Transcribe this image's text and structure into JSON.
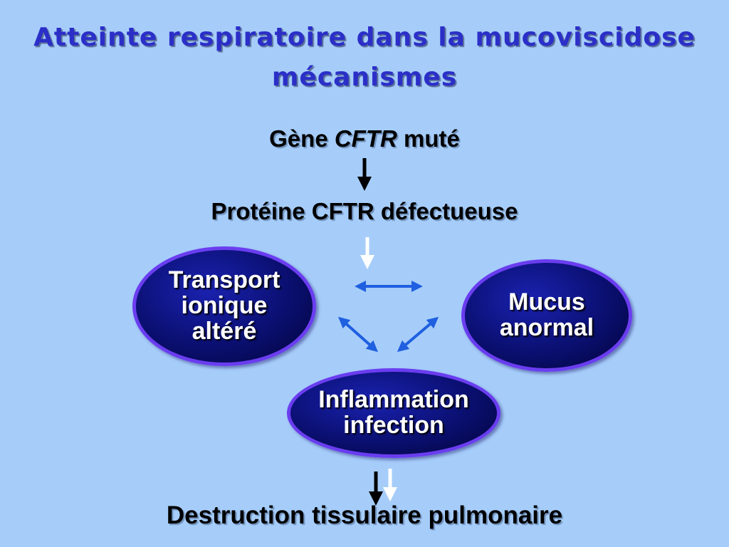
{
  "title": {
    "line1": "Atteinte respiratoire dans la mucoviscidose",
    "line2": "mécanismes"
  },
  "flow": {
    "gene_prefix": "Gène ",
    "gene_italic": "CFTR",
    "gene_suffix": " muté",
    "protein": "Protéine CFTR défectueuse",
    "transport": "Transport\nionique\naltéré",
    "mucus": "Mucus\nanormal",
    "inflammation": "Inflammation\ninfection",
    "destruction": "Destruction tissulaire pulmonaire"
  },
  "colors": {
    "background": "#a6cdfa",
    "title": "#2b2fc8",
    "oval_border": "#6a3df0",
    "oval_fill": "#0a0f70",
    "arrow_black": "#000000",
    "arrow_white": "#ffffff",
    "arrow_blue": "#1f5fe0"
  }
}
